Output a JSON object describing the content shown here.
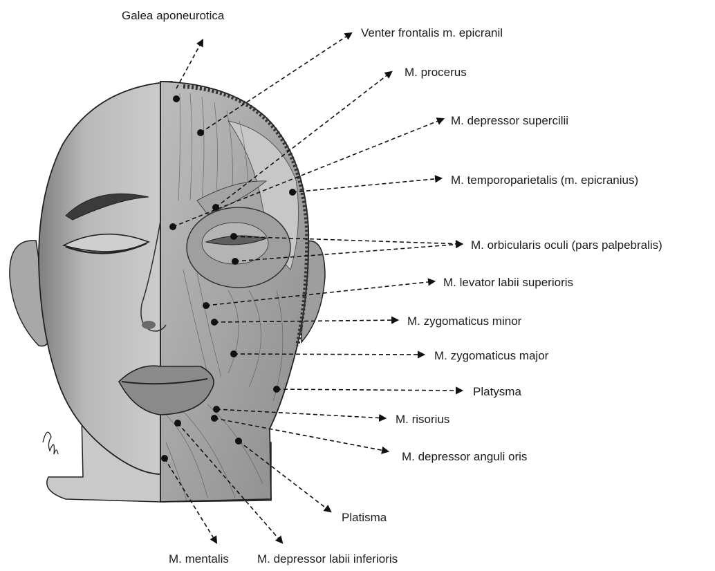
{
  "labels": {
    "galea": "Galea aponeurotica",
    "frontalis": "Venter frontalis m. epicranil",
    "procerus": "M. procerus",
    "depressor_supercilii": "M. depressor supercilii",
    "temporoparietalis": "M. temporoparietalis (m. epicranius)",
    "orbicularis_oculi": "M. orbicularis oculi (pars palpebralis)",
    "levator_labii": "M. levator labii superioris",
    "zygomaticus_minor": "M. zygomaticus minor",
    "zygomaticus_major": "M. zygomaticus major",
    "platysma_upper": "Platysma",
    "risorius": "M. risorius",
    "depressor_anguli": "M. depressor anguli oris",
    "platisma_lower": "Platisma",
    "mentalis": "M. mentalis",
    "depressor_labii": "M. depressor labii inferioris"
  }
}
